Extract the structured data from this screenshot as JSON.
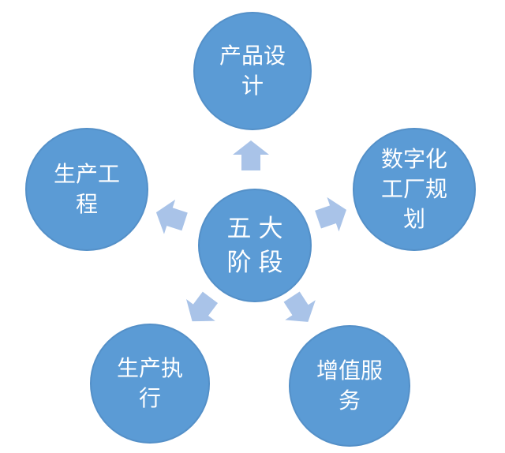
{
  "diagram": {
    "type": "radial",
    "colors": {
      "background": "#ffffff",
      "node_fill": "#5b9bd5",
      "arrow_fill": "#a9c3e8",
      "text": "#ffffff"
    },
    "center_node": {
      "label": "五大阶段",
      "lines": [
        "五大",
        "阶段"
      ]
    },
    "nodes": [
      {
        "position": "top",
        "label": "产品设计",
        "lines": [
          "产品设",
          "计"
        ]
      },
      {
        "position": "right",
        "label": "数字化工厂规划",
        "lines": [
          "数字化",
          "工厂规",
          "划"
        ]
      },
      {
        "position": "left",
        "label": "生产工程",
        "lines": [
          "生产工",
          "程"
        ]
      },
      {
        "position": "bottom-left",
        "label": "生产执行",
        "lines": [
          "生产执",
          "行"
        ]
      },
      {
        "position": "bottom-right",
        "label": "增值服务",
        "lines": [
          "增值服",
          "务"
        ]
      }
    ],
    "arrows": [
      {
        "from": "center",
        "to": "top"
      },
      {
        "from": "center",
        "to": "right"
      },
      {
        "from": "center",
        "to": "left"
      },
      {
        "from": "center",
        "to": "bottom-left"
      },
      {
        "from": "center",
        "to": "bottom-right"
      }
    ]
  }
}
